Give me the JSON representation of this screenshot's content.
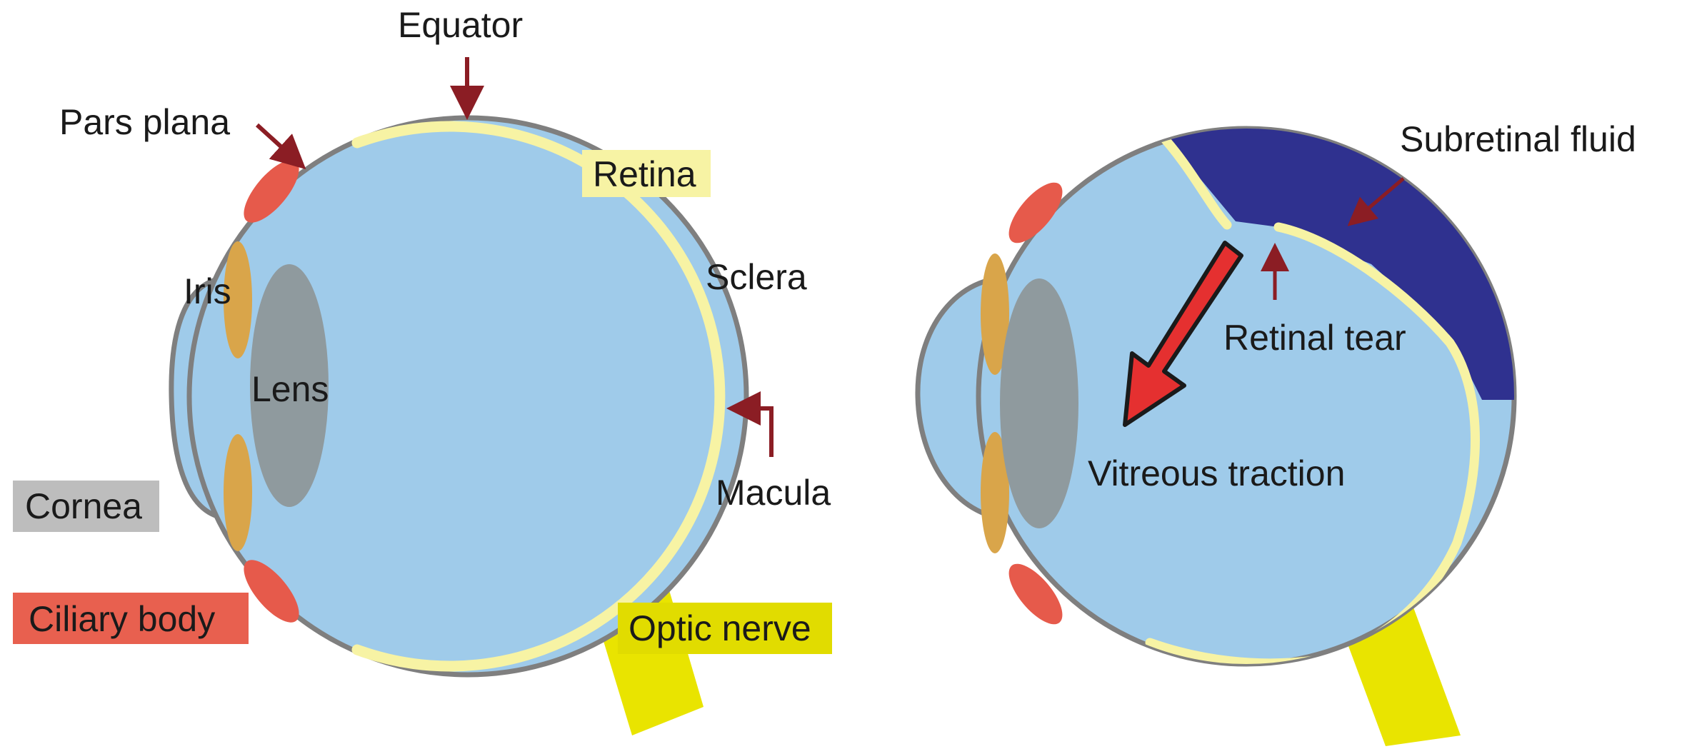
{
  "colors": {
    "vitreous": "#9fcbea",
    "sclera_stroke": "#7f7f7f",
    "retina": "#f7f3a4",
    "lens": "#8f9a9e",
    "iris": "#d9a54a",
    "ciliary_body": "#e65a4b",
    "optic_nerve": "#e9e400",
    "subretinal_fluid": "#2f318f",
    "arrow": "#8b1d24",
    "traction_arrow": "#e53030",
    "cornea_label_bg": "#bdbdbd",
    "ciliary_label_bg": "#e8604f",
    "retina_label_bg": "#f7f3a4",
    "optic_label_bg": "#e1dc00"
  },
  "labels": {
    "equator": "Equator",
    "pars_plana": "Pars plana",
    "retina": "Retina",
    "sclera": "Sclera",
    "iris": "Iris",
    "lens": "Lens",
    "macula": "Macula",
    "cornea": "Cornea",
    "ciliary_body": "Ciliary body",
    "optic_nerve": "Optic nerve",
    "subretinal_fluid": "Subretinal fluid",
    "retinal_tear": "Retinal tear",
    "vitreous_traction": "Vitreous traction"
  }
}
